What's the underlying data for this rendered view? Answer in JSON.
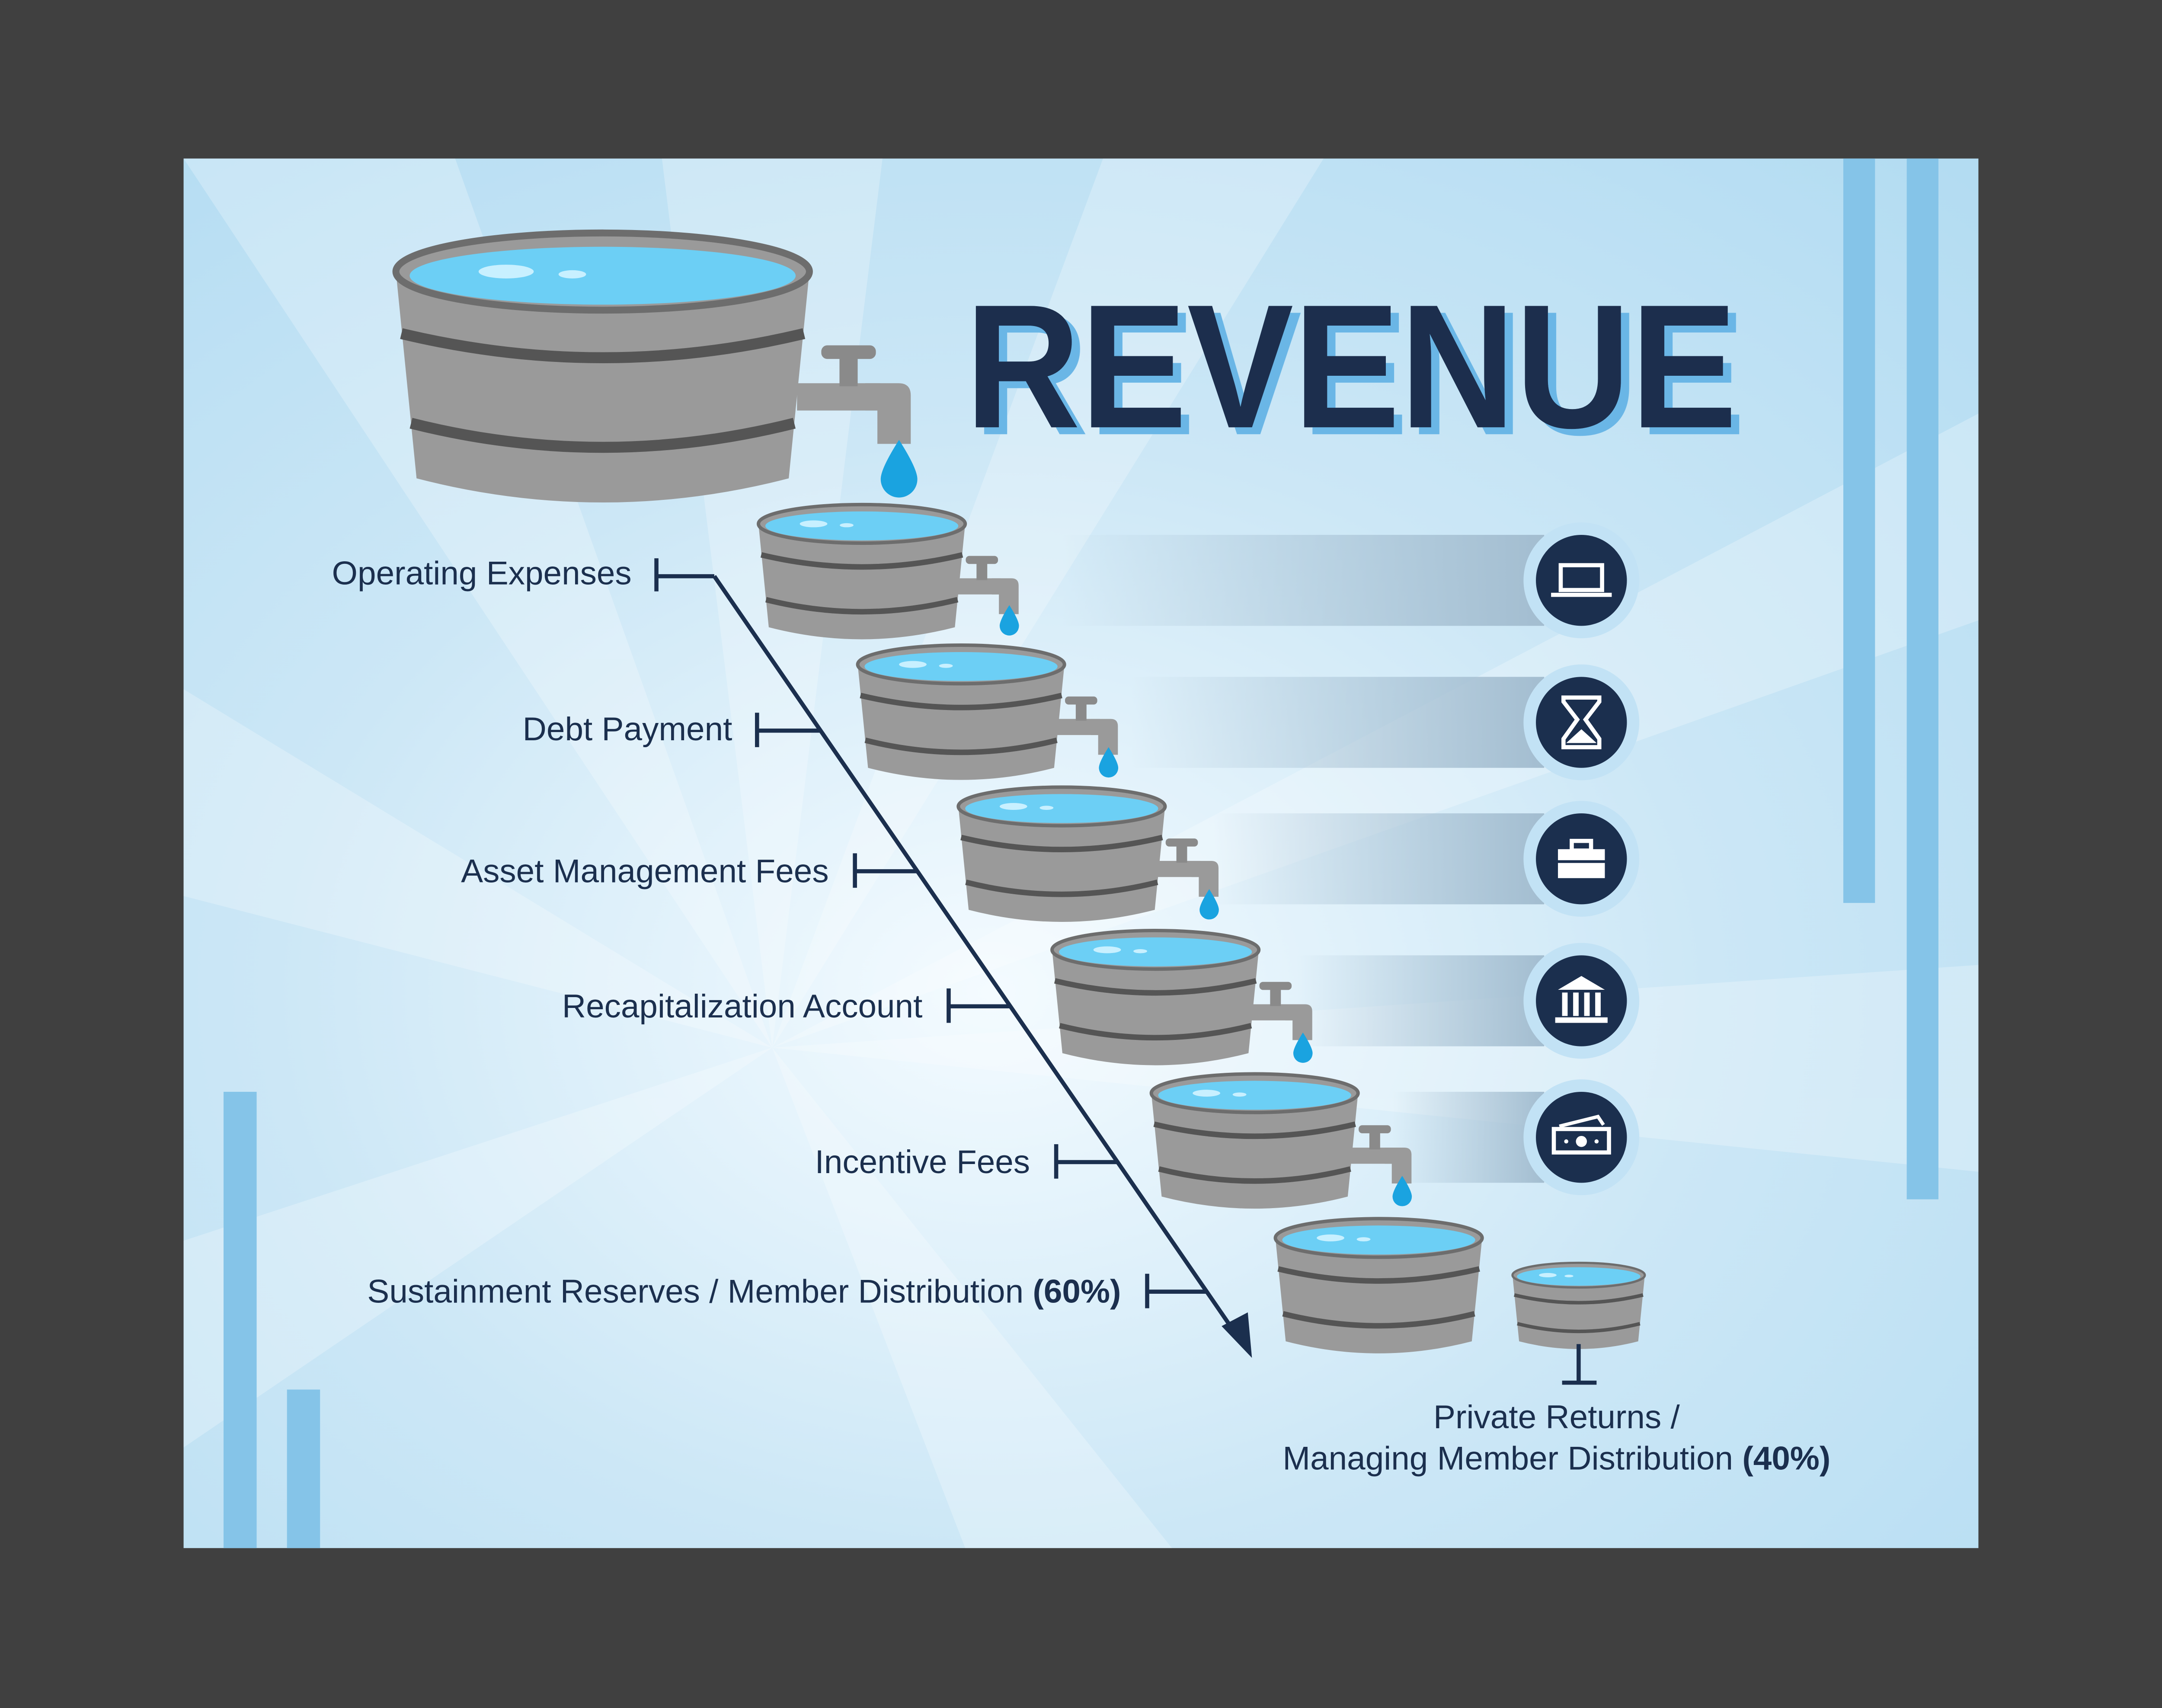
{
  "title": "REVENUE",
  "tiers": [
    {
      "label": "Operating Expenses",
      "icon": "laptop-icon"
    },
    {
      "label": "Debt Payment",
      "icon": "hourglass-icon"
    },
    {
      "label": "Asset Management Fees",
      "icon": "briefcase-icon"
    },
    {
      "label": "Recapitalization Account",
      "icon": "bank-icon"
    },
    {
      "label": "Incentive Fees",
      "icon": "money-icon"
    }
  ],
  "sustainment": {
    "label": "Sustainment Reserves / Member Distribution ",
    "pct": "(60%)"
  },
  "private": {
    "line1": "Private Returns /",
    "line2": "Managing Member Distribution ",
    "pct": "(40%)"
  },
  "colors": {
    "navy": "#1b2f4e",
    "water": "#6ccff5",
    "bucket": "#9a9a9a",
    "band": "#555555",
    "accent_bar": "#85c4e8",
    "frame": "#404040"
  }
}
